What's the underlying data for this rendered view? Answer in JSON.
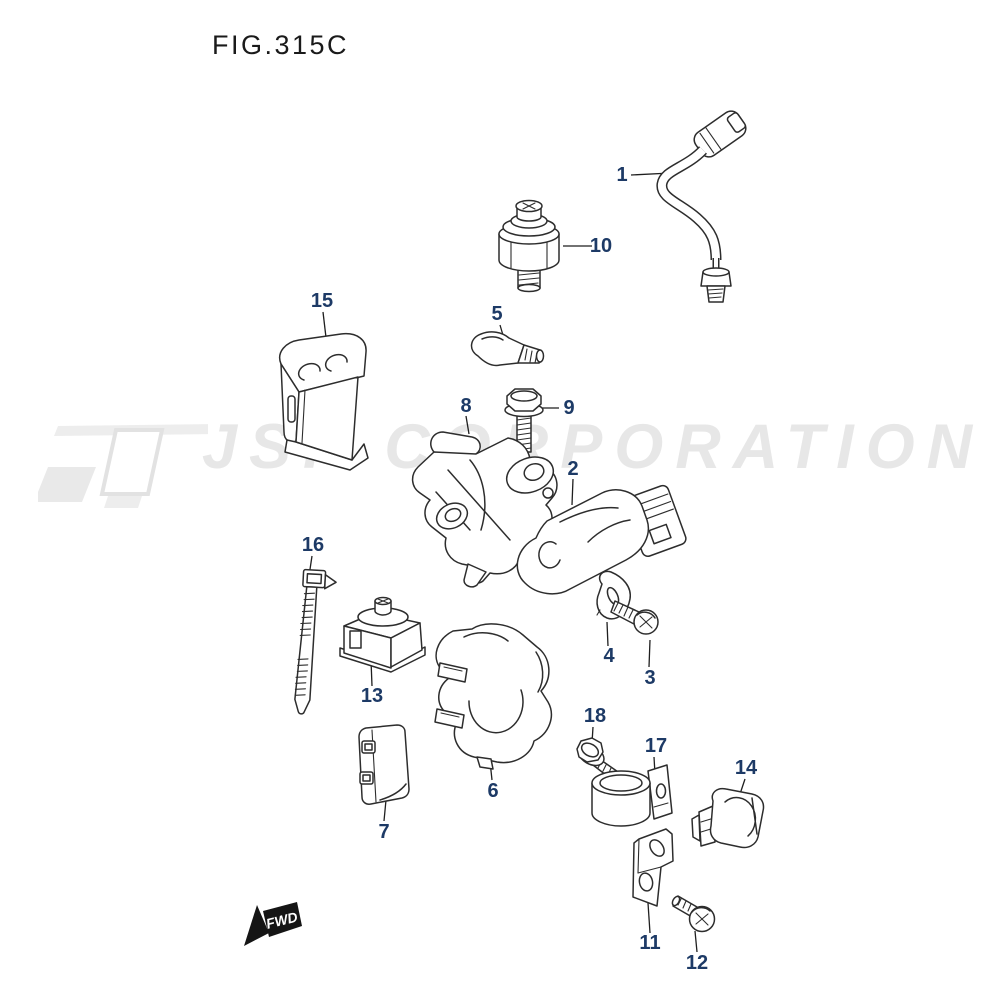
{
  "figure": {
    "title": "FIG.315C"
  },
  "watermark": {
    "text": "JSP CORPORATION",
    "color": "#e7e7e7"
  },
  "fwd": {
    "label": "FWD"
  },
  "colors": {
    "background": "#ffffff",
    "line_art": "#2d2d2d",
    "part_label": "#1d3a66",
    "watermark_gray": "#e7e7e7",
    "fwd_arrow": "#151515"
  },
  "parts": [
    {
      "label": "1"
    },
    {
      "label": "2"
    },
    {
      "label": "3"
    },
    {
      "label": "4"
    },
    {
      "label": "5"
    },
    {
      "label": "6"
    },
    {
      "label": "7"
    },
    {
      "label": "8"
    },
    {
      "label": "9"
    },
    {
      "label": "10"
    },
    {
      "label": "11"
    },
    {
      "label": "12"
    },
    {
      "label": "13"
    },
    {
      "label": "14"
    },
    {
      "label": "15"
    },
    {
      "label": "16"
    },
    {
      "label": "17"
    },
    {
      "label": "18"
    }
  ]
}
